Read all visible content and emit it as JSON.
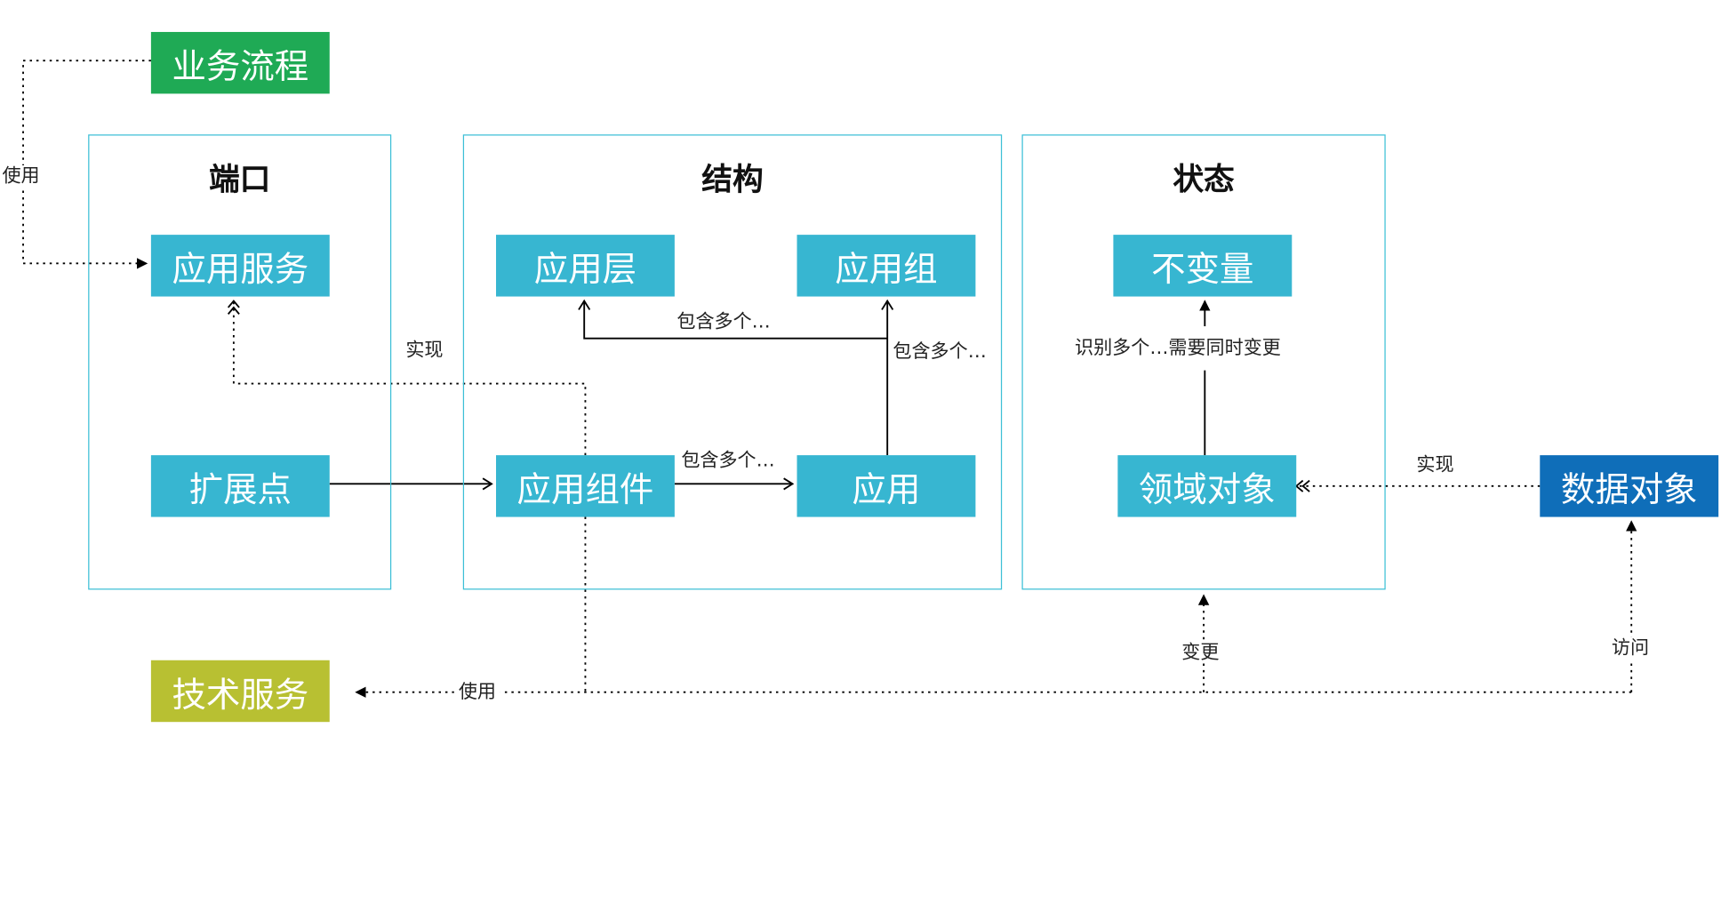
{
  "colors": {
    "frame_border": "#3cbfd6",
    "teal_box": "#37b6d1",
    "green_box": "#1faa55",
    "olive_box": "#b8c032",
    "blue_box": "#0f6eb9"
  },
  "groups": {
    "port": {
      "title": "端口"
    },
    "structure": {
      "title": "结构"
    },
    "state": {
      "title": "状态"
    }
  },
  "nodes": {
    "business_process": "业务流程",
    "app_service": "应用服务",
    "extension_point": "扩展点",
    "app_layer": "应用层",
    "app_group": "应用组",
    "app_component": "应用组件",
    "application": "应用",
    "immutable": "不变量",
    "domain_object": "领域对象",
    "data_object": "数据对象",
    "tech_service": "技术服务"
  },
  "edge_labels": {
    "use_top": "使用",
    "implements_service": "实现",
    "contains_layer": "包含多个…",
    "contains_group": "包含多个…",
    "contains_app": "包含多个…",
    "identify": "识别多个…需要同时变更",
    "implements_domain": "实现",
    "use_bottom": "使用",
    "change": "变更",
    "access": "访问"
  }
}
